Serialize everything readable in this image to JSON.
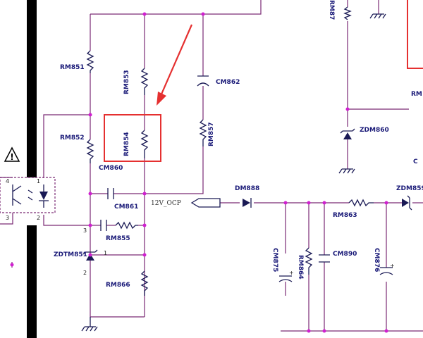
{
  "components": {
    "rm851": "RM851",
    "rm852": "RM852",
    "rm853": "RM853",
    "rm854": "RM854",
    "rm855": "RM855",
    "rm857": "RM857",
    "rm863": "RM863",
    "rm864": "RM864",
    "rm866": "RM866",
    "rm87x": "RM87",
    "rm_right": "RM",
    "cm860": "CM860",
    "cm861": "CM861",
    "cm862": "CM862",
    "cm875": "CM875",
    "cm876": "CM876",
    "cm890": "CM890",
    "c_right": "C",
    "dm888": "DM888",
    "zdm859": "ZDM859",
    "zdm860": "ZDM860",
    "zdtm851": "ZDTM851"
  },
  "net_label": "12V_OCP",
  "pins": {
    "opto_4": "4",
    "opto_3": "3",
    "opto_1": "1",
    "opto_2": "2",
    "zener_1": "1",
    "zener_2": "2",
    "zener_3": "3"
  },
  "polarity": "+",
  "warning_symbol": "!",
  "colors": {
    "wire": "#7a2a74",
    "component": "#1a1a55",
    "junction": "#d020d0",
    "highlight": "#e53030",
    "label": "#1a1a78"
  },
  "highlight": {
    "target": "RM854",
    "marker": "red arrow and box"
  }
}
